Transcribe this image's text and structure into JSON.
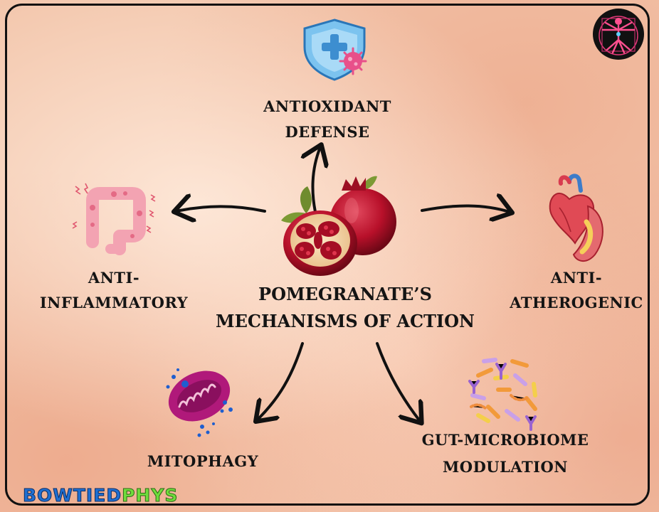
{
  "center": {
    "line1": "POMEGRANATE’S",
    "line2": "MECHANISMS OF ACTION"
  },
  "mechanisms": {
    "antioxidant": {
      "line1": "ANTIOXIDANT",
      "line2": "DEFENSE",
      "icon": "shield-virus-icon"
    },
    "anti_inflammatory": {
      "line1": "ANTI-",
      "line2": "INFLAMMATORY",
      "icon": "inflamed-colon-icon"
    },
    "anti_atherogenic": {
      "line1": "ANTI-",
      "line2": "ATHEROGENIC",
      "icon": "heart-artery-icon"
    },
    "mitophagy": {
      "line1": "MITOPHAGY",
      "icon": "mitochondrion-icon"
    },
    "gut": {
      "line1": "GUT-MICROBIOME",
      "line2": "MODULATION",
      "icon": "bacteria-cluster-icon"
    }
  },
  "branding": {
    "part1": "BOWTIED",
    "part2": "PHYS",
    "logo_icon": "vitruvian-man-icon"
  },
  "colors": {
    "pomegranate": "#b8102a",
    "text": "#141414",
    "brand_blue": "#1f6fd1",
    "brand_green": "#6fdc3c"
  }
}
